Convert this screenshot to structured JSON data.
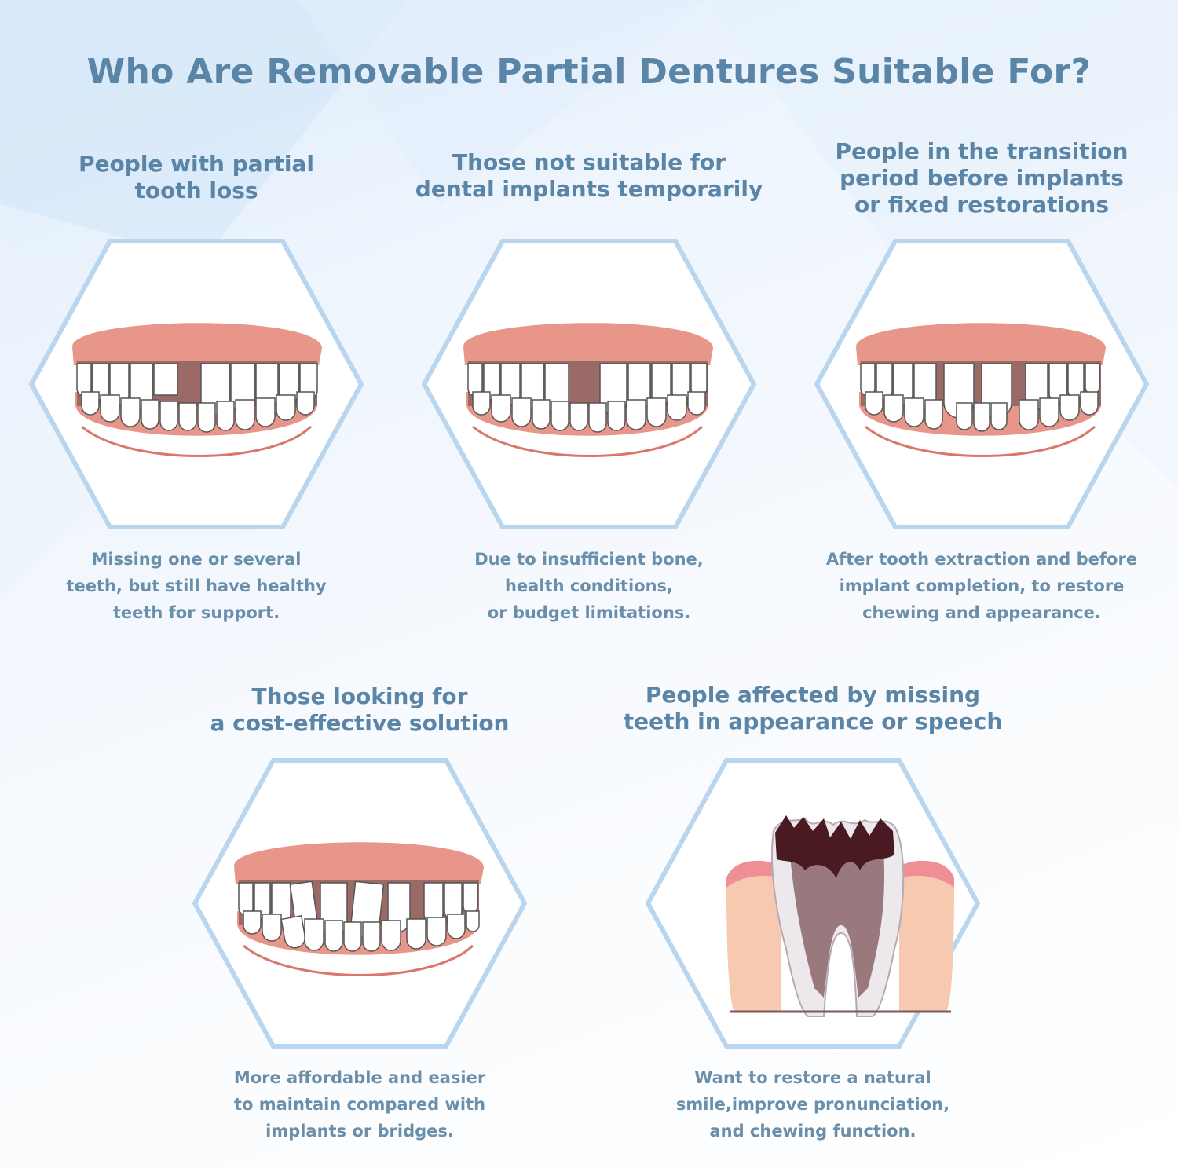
{
  "page": {
    "title": "Who Are Removable Partial Dentures Suitable For?"
  },
  "colors": {
    "title_blue": "#5a85a6",
    "text_blue": "#6a8fab",
    "hex_border": "#b9d6ee",
    "gum": "#e8958a",
    "gum_shadow": "#d9776d",
    "tooth": "#ffffff",
    "gap": "#9a6a66"
  },
  "cards": [
    {
      "heading": [
        "People with partial",
        "tooth loss"
      ],
      "description": [
        "Missing one or several",
        "teeth, but still have healthy",
        "teeth for support."
      ],
      "illustration": "teeth-missing-partial-icon"
    },
    {
      "heading": [
        "Those not suitable for",
        "dental implants temporarily"
      ],
      "description": [
        "Due to insufficient bone,",
        "health conditions,",
        "or budget limitations."
      ],
      "illustration": "teeth-missing-front-icon"
    },
    {
      "heading": [
        "People in the transition",
        "period before implants",
        "or fixed restorations"
      ],
      "description": [
        "After tooth extraction and before",
        "implant completion, to restore",
        "chewing and appearance."
      ],
      "illustration": "teeth-gaps-icon"
    },
    {
      "heading": [
        "Those looking for",
        "a cost-effective solution"
      ],
      "description": [
        "More affordable and easier",
        "to maintain compared with",
        "implants or bridges."
      ],
      "illustration": "teeth-crooked-icon"
    },
    {
      "heading": [
        "People affected by missing",
        "teeth in appearance or speech"
      ],
      "description": [
        "Want to restore a natural",
        "smile,improve pronunciation,",
        "and chewing function."
      ],
      "illustration": "decayed-tooth-icon"
    }
  ]
}
